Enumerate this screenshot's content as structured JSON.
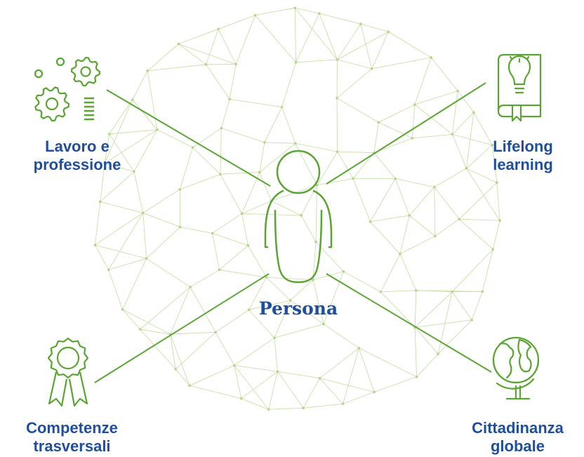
{
  "center": {
    "label": "Persona"
  },
  "nodes": [
    {
      "id": "lavoro",
      "icon": "gears-icon",
      "lines": [
        "Lavoro e",
        "professione"
      ]
    },
    {
      "id": "lifelong",
      "icon": "book-lightbulb-icon",
      "lines": [
        "Lifelong",
        "learning"
      ]
    },
    {
      "id": "competenze",
      "icon": "award-ribbon-icon",
      "lines": [
        "Competenze",
        "trasversali"
      ]
    },
    {
      "id": "cittadinanza",
      "icon": "globe-icon",
      "lines": [
        "Cittadinanza",
        "globale"
      ]
    }
  ],
  "colors": {
    "accent_green": "#5aa532",
    "mesh_green": "#c9dfa8",
    "text_blue": "#1f4f9c"
  }
}
